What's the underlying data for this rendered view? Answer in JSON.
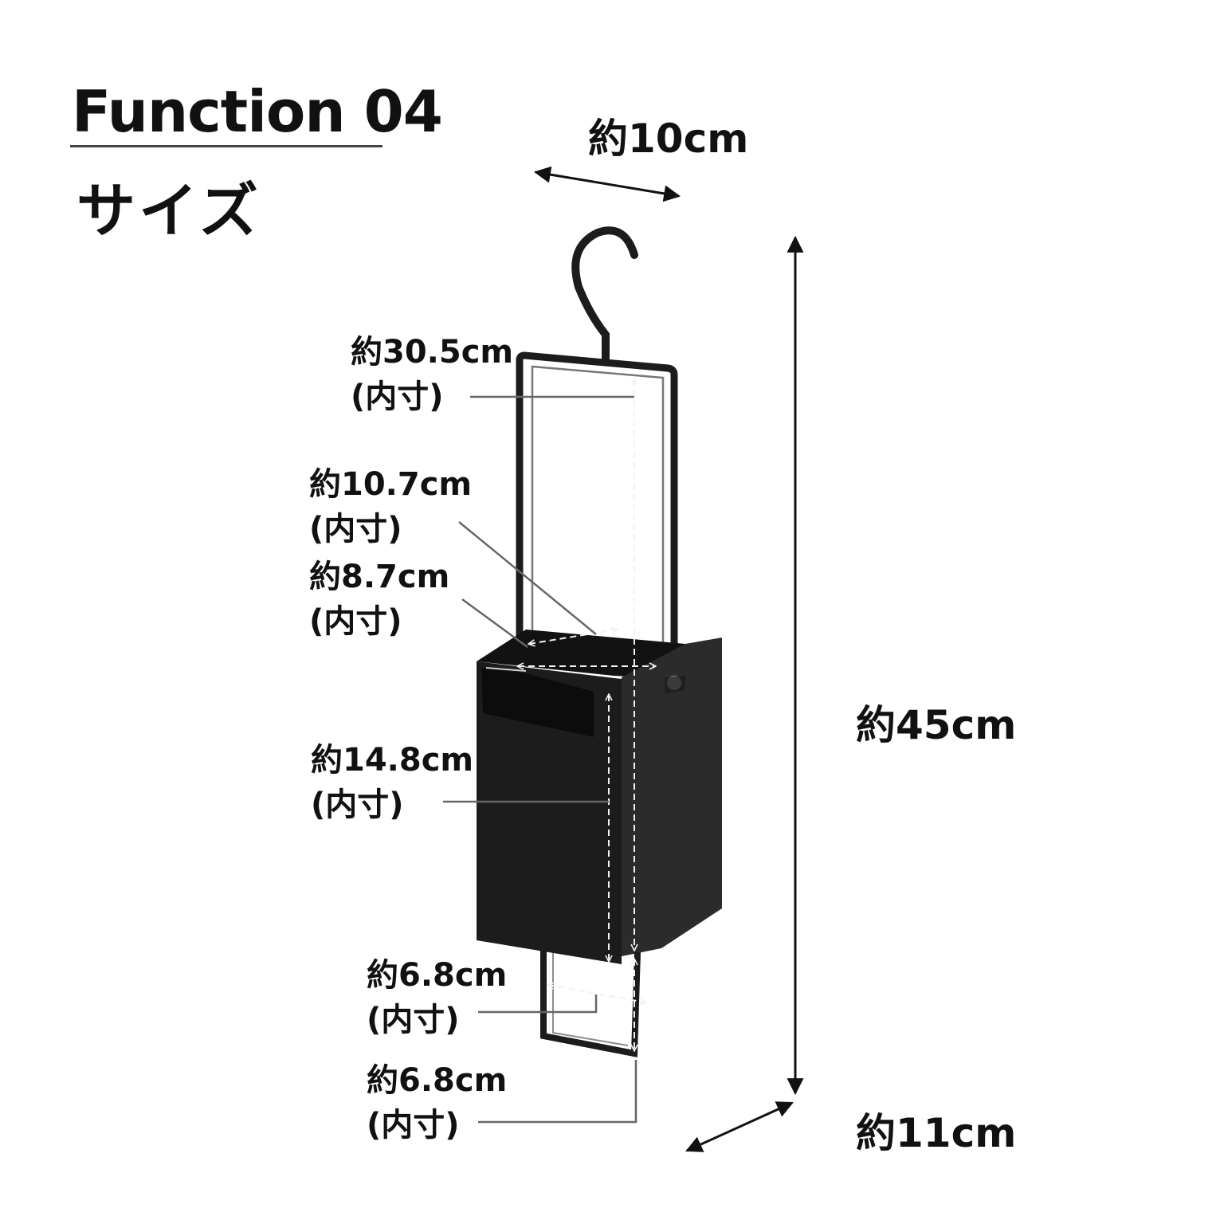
{
  "header": {
    "title": "Function 04",
    "subtitle": "サイズ"
  },
  "colors": {
    "product": "#1c1c1c",
    "product_side": "#2b2b2b",
    "text": "#111111",
    "dashed_line": "#f2f2f2",
    "leader": "#666666"
  },
  "dimensions": {
    "width": "約10cm",
    "height": "約45cm",
    "depth": "約11cm",
    "frame_inner_height": {
      "value": "約30.5cm",
      "note": "(内寸)"
    },
    "box_inner_depth": {
      "value": "約10.7cm",
      "note": "(内寸)"
    },
    "box_inner_width": {
      "value": "約8.7cm",
      "note": "(内寸)"
    },
    "box_inner_height": {
      "value": "約14.8cm",
      "note": "(内寸)"
    },
    "bottom_frame_width": {
      "value": "約6.8cm",
      "note": "(内寸)"
    },
    "bottom_frame_height": {
      "value": "約6.8cm",
      "note": "(内寸)"
    }
  }
}
